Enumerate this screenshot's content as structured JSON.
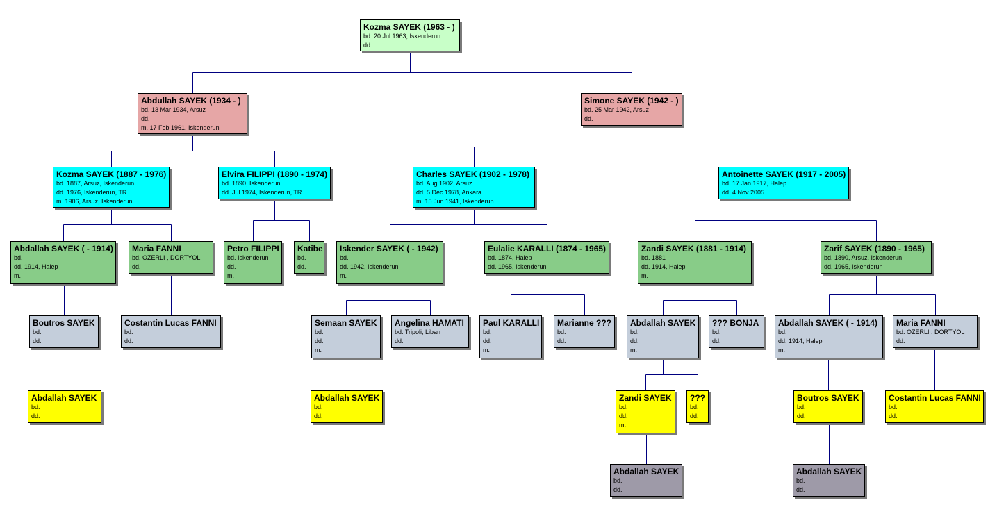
{
  "people": [
    {
      "key": "kozma_root",
      "name": "Kozma SAYEK (1963 - )",
      "lines": [
        "bd. 20 Jul 1963, Iskenderun",
        "dd."
      ],
      "color": "green"
    },
    {
      "key": "abdullah_1934",
      "name": "Abdullah SAYEK (1934 - )",
      "lines": [
        "bd. 13 Mar 1934, Arsuz",
        "dd.",
        "m. 17 Feb 1961, Iskenderun"
      ],
      "color": "rose"
    },
    {
      "key": "simone_1942",
      "name": "Simone SAYEK (1942 - )",
      "lines": [
        "bd. 25 Mar 1942, Arsuz",
        "dd."
      ],
      "color": "rose"
    },
    {
      "key": "kozma_1887",
      "name": "Kozma SAYEK (1887 - 1976)",
      "lines": [
        "bd. 1887, Arsuz, Iskenderun",
        "dd. 1976, Iskenderun, TR",
        "m. 1906, Arsuz, Iskenderun"
      ],
      "color": "cyan"
    },
    {
      "key": "elvira",
      "name": "Elvira FILIPPI (1890 - 1974)",
      "lines": [
        "bd. 1890, Iskenderun",
        "dd. Jul 1974, Iskenderun, TR"
      ],
      "color": "cyan"
    },
    {
      "key": "charles",
      "name": "Charles SAYEK (1902 - 1978)",
      "lines": [
        "bd. Aug 1902, Arsuz",
        "dd. 5 Dec 1978, Ankara",
        "m. 15 Jun 1941, Iskenderun"
      ],
      "color": "cyan"
    },
    {
      "key": "antoinette",
      "name": "Antoinette SAYEK (1917 - 2005)",
      "lines": [
        "bd. 17 Jan 1917, Halep",
        "dd. 4 Nov 2005"
      ],
      "color": "cyan"
    },
    {
      "key": "abdallah_a",
      "name": "Abdallah SAYEK ( - 1914)",
      "lines": [
        "bd.",
        "dd. 1914, Halep",
        "m."
      ],
      "color": "mid"
    },
    {
      "key": "maria_a",
      "name": "Maria FANNI",
      "lines": [
        "bd. OZERLI , DORTYOL",
        "dd."
      ],
      "color": "mid"
    },
    {
      "key": "petro",
      "name": "Petro FILIPPI",
      "lines": [
        "bd. Iskenderun",
        "dd.",
        "m."
      ],
      "color": "mid"
    },
    {
      "key": "katibe",
      "name": "Katibe",
      "lines": [
        "bd.",
        "dd."
      ],
      "color": "mid"
    },
    {
      "key": "iskender",
      "name": "Iskender SAYEK ( - 1942)",
      "lines": [
        "bd.",
        "dd. 1942, Iskenderun",
        "m."
      ],
      "color": "mid"
    },
    {
      "key": "eulalie",
      "name": "Eulalie KARALLI (1874 - 1965)",
      "lines": [
        "bd. 1874, Halep",
        "dd. 1965, Iskenderun"
      ],
      "color": "mid"
    },
    {
      "key": "zandi_1881",
      "name": "Zandi SAYEK (1881 - 1914)",
      "lines": [
        "bd. 1881",
        "dd. 1914, Halep",
        "m."
      ],
      "color": "mid"
    },
    {
      "key": "zarif",
      "name": "Zarif SAYEK (1890 - 1965)",
      "lines": [
        "bd. 1890, Arsuz, Iskenderun",
        "dd. 1965, Iskenderun"
      ],
      "color": "mid"
    },
    {
      "key": "boutros_a",
      "name": "Boutros SAYEK",
      "lines": [
        "bd.",
        "dd."
      ],
      "color": "slate"
    },
    {
      "key": "costantin_a",
      "name": "Costantin Lucas FANNI",
      "lines": [
        "bd.",
        "dd."
      ],
      "color": "slate"
    },
    {
      "key": "semaan",
      "name": "Semaan SAYEK",
      "lines": [
        "bd.",
        "dd.",
        "m."
      ],
      "color": "slate"
    },
    {
      "key": "angelina",
      "name": "Angelina HAMATI",
      "lines": [
        "bd. Tripoli, Liban",
        "dd."
      ],
      "color": "slate"
    },
    {
      "key": "paul",
      "name": "Paul KARALLI",
      "lines": [
        "bd.",
        "dd.",
        "m."
      ],
      "color": "slate"
    },
    {
      "key": "marianne",
      "name": "Marianne ???",
      "lines": [
        "bd.",
        "dd."
      ],
      "color": "slate"
    },
    {
      "key": "abdallah_b",
      "name": "Abdallah SAYEK",
      "lines": [
        "bd.",
        "dd.",
        "m."
      ],
      "color": "slate"
    },
    {
      "key": "bonja",
      "name": "??? BONJA",
      "lines": [
        "bd.",
        "dd."
      ],
      "color": "slate"
    },
    {
      "key": "abdallah_c",
      "name": "Abdallah SAYEK ( - 1914)",
      "lines": [
        "bd.",
        "dd. 1914, Halep",
        "m."
      ],
      "color": "slate"
    },
    {
      "key": "maria_b",
      "name": "Maria FANNI",
      "lines": [
        "bd. OZERLI , DORTYOL",
        "dd."
      ],
      "color": "slate"
    },
    {
      "key": "abdallah_d",
      "name": "Abdallah SAYEK",
      "lines": [
        "bd.",
        "dd."
      ],
      "color": "yellow"
    },
    {
      "key": "abdallah_e",
      "name": "Abdallah SAYEK",
      "lines": [
        "bd.",
        "dd."
      ],
      "color": "yellow"
    },
    {
      "key": "zandi_y",
      "name": "Zandi SAYEK",
      "lines": [
        "bd.",
        "dd.",
        "m."
      ],
      "color": "yellow"
    },
    {
      "key": "unknown",
      "name": "???",
      "lines": [
        "bd.",
        "dd."
      ],
      "color": "yellow"
    },
    {
      "key": "boutros_b",
      "name": "Boutros SAYEK",
      "lines": [
        "bd.",
        "dd."
      ],
      "color": "yellow"
    },
    {
      "key": "costantin_b",
      "name": "Costantin Lucas FANNI",
      "lines": [
        "bd.",
        "dd."
      ],
      "color": "yellow"
    },
    {
      "key": "abdallah_f",
      "name": "Abdallah SAYEK",
      "lines": [
        "bd.",
        "dd."
      ],
      "color": "gray"
    },
    {
      "key": "abdallah_g",
      "name": "Abdallah SAYEK",
      "lines": [
        "bd.",
        "dd."
      ],
      "color": "gray"
    }
  ],
  "links": [
    {
      "child": "kozma_root",
      "parents": [
        "abdullah_1934",
        "simone_1942"
      ]
    },
    {
      "child": "abdullah_1934",
      "parents": [
        "kozma_1887",
        "elvira"
      ]
    },
    {
      "child": "simone_1942",
      "parents": [
        "charles",
        "antoinette"
      ]
    },
    {
      "child": "kozma_1887",
      "parents": [
        "abdallah_a",
        "maria_a"
      ]
    },
    {
      "child": "elvira",
      "parents": [
        "petro",
        "katibe"
      ]
    },
    {
      "child": "charles",
      "parents": [
        "iskender",
        "eulalie"
      ]
    },
    {
      "child": "antoinette",
      "parents": [
        "zandi_1881",
        "zarif"
      ]
    },
    {
      "child": "abdallah_a",
      "parents": [
        "boutros_a"
      ]
    },
    {
      "child": "maria_a",
      "parents": [
        "costantin_a"
      ]
    },
    {
      "child": "iskender",
      "parents": [
        "semaan",
        "angelina"
      ]
    },
    {
      "child": "eulalie",
      "parents": [
        "paul",
        "marianne"
      ]
    },
    {
      "child": "zandi_1881",
      "parents": [
        "abdallah_b",
        "bonja"
      ]
    },
    {
      "child": "zarif",
      "parents": [
        "abdallah_c",
        "maria_b"
      ]
    },
    {
      "child": "boutros_a",
      "parents": [
        "abdallah_d"
      ]
    },
    {
      "child": "semaan",
      "parents": [
        "abdallah_e"
      ]
    },
    {
      "child": "abdallah_b",
      "parents": [
        "zandi_y",
        "unknown"
      ]
    },
    {
      "child": "abdallah_c",
      "parents": [
        "boutros_b"
      ]
    },
    {
      "child": "maria_b",
      "parents": [
        "costantin_b"
      ]
    },
    {
      "child": "zandi_y",
      "parents": [
        "abdallah_f"
      ]
    },
    {
      "child": "boutros_b",
      "parents": [
        "abdallah_g"
      ]
    }
  ],
  "colors": {
    "green": "#c8ffc8",
    "rose": "#e6a6a6",
    "cyan": "#00ffff",
    "mid": "#88cc88",
    "slate": "#c4cedb",
    "yellow": "#ffff00",
    "gray": "#9e9aa8",
    "line": "#000080"
  }
}
